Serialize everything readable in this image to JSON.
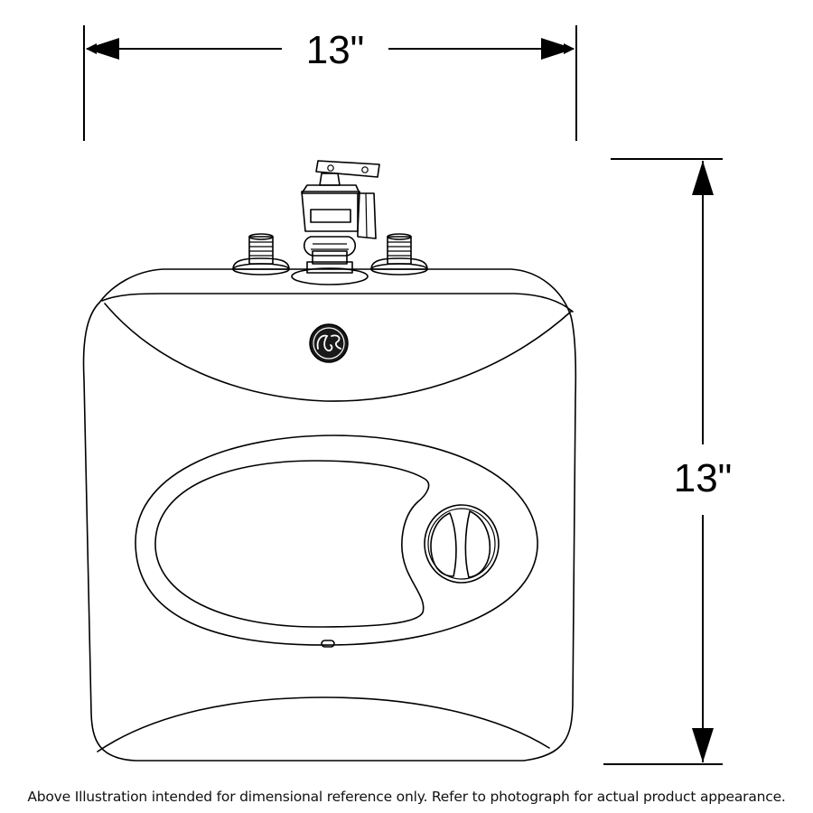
{
  "dimensions": {
    "width_label": "13\"",
    "height_label": "13\""
  },
  "footnote": "Above Illustration intended for dimensional reference only. Refer to photograph for actual product appearance.",
  "colors": {
    "line": "#000000",
    "background": "#ffffff"
  },
  "icons": {
    "logo": "ge-logo-icon"
  }
}
